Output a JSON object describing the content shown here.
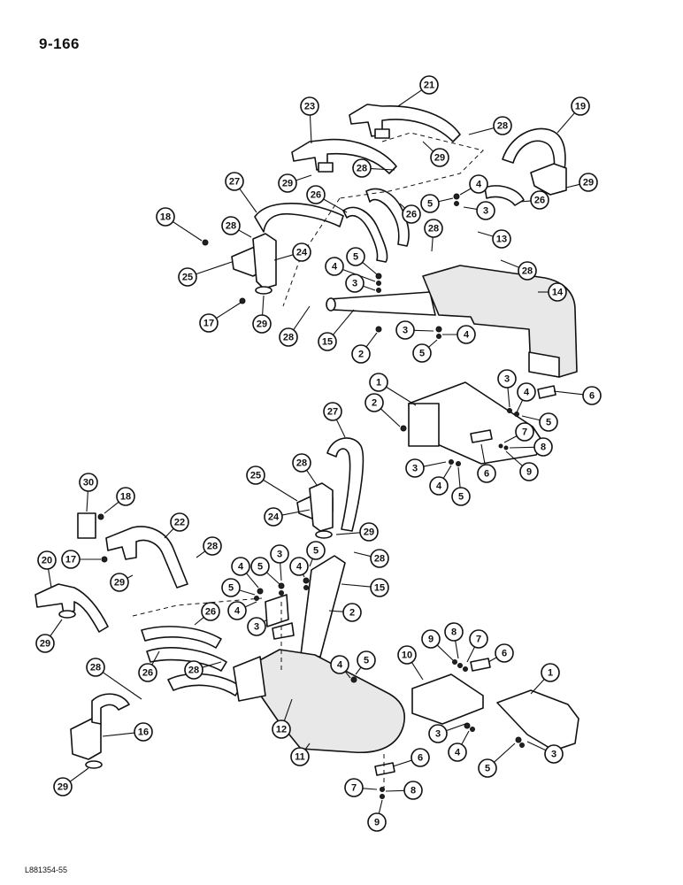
{
  "page": {
    "page_number": "9-166",
    "drawing_code": "L881354-55"
  },
  "callouts": [
    {
      "id": "c-21-top",
      "label": "21"
    },
    {
      "id": "c-23-top",
      "label": "23"
    },
    {
      "id": "c-19-top",
      "label": "19"
    },
    {
      "id": "c-28-a",
      "label": "28"
    },
    {
      "id": "c-29-a",
      "label": "29"
    },
    {
      "id": "c-28-b",
      "label": "28"
    },
    {
      "id": "c-29-b",
      "label": "29"
    },
    {
      "id": "c-27-top",
      "label": "27"
    },
    {
      "id": "c-26-a",
      "label": "26"
    },
    {
      "id": "c-26-b",
      "label": "26"
    },
    {
      "id": "c-26-c",
      "label": "26"
    },
    {
      "id": "c-29-c",
      "label": "29"
    },
    {
      "id": "c-4-a",
      "label": "4"
    },
    {
      "id": "c-5-a",
      "label": "5"
    },
    {
      "id": "c-3-a",
      "label": "3"
    },
    {
      "id": "c-18-top",
      "label": "18"
    },
    {
      "id": "c-28-c",
      "label": "28"
    },
    {
      "id": "c-24-top",
      "label": "24"
    },
    {
      "id": "c-28-d",
      "label": "28"
    },
    {
      "id": "c-13",
      "label": "13"
    },
    {
      "id": "c-25-top",
      "label": "25"
    },
    {
      "id": "c-5-b",
      "label": "5"
    },
    {
      "id": "c-4-b",
      "label": "4"
    },
    {
      "id": "c-28-e",
      "label": "28"
    },
    {
      "id": "c-3-b",
      "label": "3"
    },
    {
      "id": "c-14",
      "label": "14"
    },
    {
      "id": "c-17-top",
      "label": "17"
    },
    {
      "id": "c-29-d",
      "label": "29"
    },
    {
      "id": "c-28-f",
      "label": "28"
    },
    {
      "id": "c-15-top",
      "label": "15"
    },
    {
      "id": "c-3-c",
      "label": "3"
    },
    {
      "id": "c-4-c",
      "label": "4"
    },
    {
      "id": "c-2-a",
      "label": "2"
    },
    {
      "id": "c-5-c",
      "label": "5"
    },
    {
      "id": "c-1-top",
      "label": "1"
    },
    {
      "id": "c-3-d",
      "label": "3"
    },
    {
      "id": "c-4-d",
      "label": "4"
    },
    {
      "id": "c-6-a",
      "label": "6"
    },
    {
      "id": "c-2-b",
      "label": "2"
    },
    {
      "id": "c-5-d",
      "label": "5"
    },
    {
      "id": "c-7-a",
      "label": "7"
    },
    {
      "id": "c-8-a",
      "label": "8"
    },
    {
      "id": "c-27-bot",
      "label": "27"
    },
    {
      "id": "c-3-e",
      "label": "3"
    },
    {
      "id": "c-6-b",
      "label": "6"
    },
    {
      "id": "c-9-a",
      "label": "9"
    },
    {
      "id": "c-4-e",
      "label": "4"
    },
    {
      "id": "c-5-e",
      "label": "5"
    },
    {
      "id": "c-28-g",
      "label": "28"
    },
    {
      "id": "c-25-bot",
      "label": "25"
    },
    {
      "id": "c-30",
      "label": "30"
    },
    {
      "id": "c-18-bot",
      "label": "18"
    },
    {
      "id": "c-22",
      "label": "22"
    },
    {
      "id": "c-24-bot",
      "label": "24"
    },
    {
      "id": "c-29-e",
      "label": "29"
    },
    {
      "id": "c-28-h",
      "label": "28"
    },
    {
      "id": "c-20",
      "label": "20"
    },
    {
      "id": "c-17-bot",
      "label": "17"
    },
    {
      "id": "c-28-i",
      "label": "28"
    },
    {
      "id": "c-29-f",
      "label": "29"
    },
    {
      "id": "c-4-f",
      "label": "4"
    },
    {
      "id": "c-5-f",
      "label": "5"
    },
    {
      "id": "c-3-f",
      "label": "3"
    },
    {
      "id": "c-4-g",
      "label": "4"
    },
    {
      "id": "c-5-g",
      "label": "5"
    },
    {
      "id": "c-15-bot",
      "label": "15"
    },
    {
      "id": "c-5-h",
      "label": "5"
    },
    {
      "id": "c-4-h",
      "label": "4"
    },
    {
      "id": "c-26-d",
      "label": "26"
    },
    {
      "id": "c-2-c",
      "label": "2"
    },
    {
      "id": "c-29-g",
      "label": "29"
    },
    {
      "id": "c-3-g",
      "label": "3"
    },
    {
      "id": "c-9-b",
      "label": "9"
    },
    {
      "id": "c-8-b",
      "label": "8"
    },
    {
      "id": "c-7-b",
      "label": "7"
    },
    {
      "id": "c-6-c",
      "label": "6"
    },
    {
      "id": "c-10",
      "label": "10"
    },
    {
      "id": "c-1-bot",
      "label": "1"
    },
    {
      "id": "c-28-j",
      "label": "28"
    },
    {
      "id": "c-26-e",
      "label": "26"
    },
    {
      "id": "c-28-k",
      "label": "28"
    },
    {
      "id": "c-4-i",
      "label": "4"
    },
    {
      "id": "c-5-i",
      "label": "5"
    },
    {
      "id": "c-12",
      "label": "12"
    },
    {
      "id": "c-16",
      "label": "16"
    },
    {
      "id": "c-3-h",
      "label": "3"
    },
    {
      "id": "c-4-j",
      "label": "4"
    },
    {
      "id": "c-5-j",
      "label": "5"
    },
    {
      "id": "c-3-i",
      "label": "3"
    },
    {
      "id": "c-11",
      "label": "11"
    },
    {
      "id": "c-6-d",
      "label": "6"
    },
    {
      "id": "c-29-h",
      "label": "29"
    },
    {
      "id": "c-7-c",
      "label": "7"
    },
    {
      "id": "c-8-c",
      "label": "8"
    },
    {
      "id": "c-9-c",
      "label": "9"
    }
  ]
}
